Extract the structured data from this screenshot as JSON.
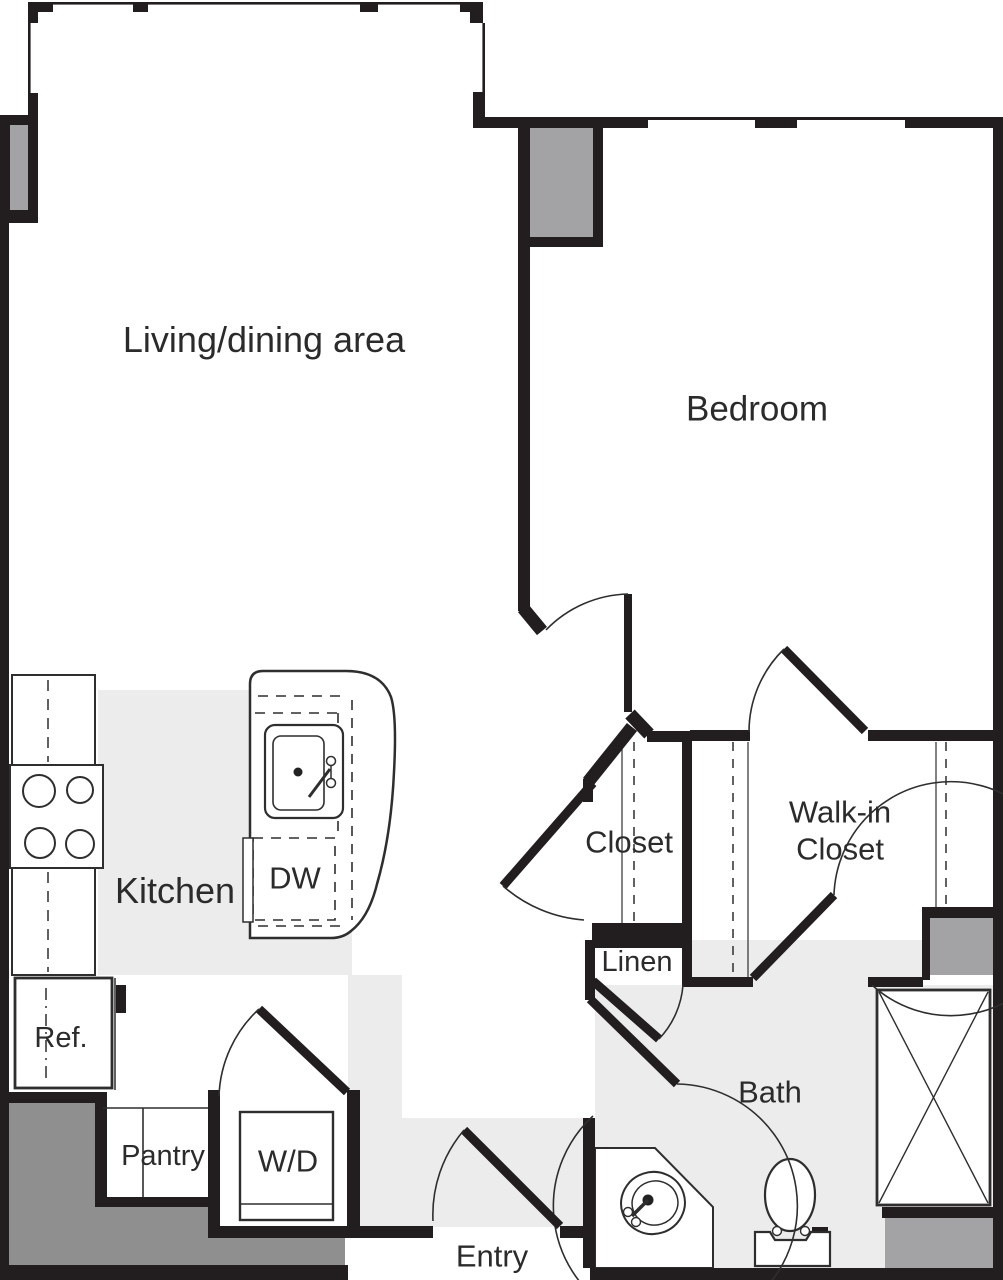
{
  "document": {
    "type": "apartment-floor-plan",
    "description": "One-bedroom apartment floor plan line drawing"
  },
  "colors": {
    "bg": "#ffffff",
    "wall": "#221e1f",
    "line": "#2e2e2e",
    "text": "#2b2b2b",
    "floor": "#ececec",
    "shadeMed": "#a3a3a5",
    "shadeDark": "#8f8f8f"
  },
  "rooms": {
    "living": {
      "label": "Living/dining area"
    },
    "bedroom": {
      "label": "Bedroom"
    },
    "kitchen": {
      "label": "Kitchen"
    },
    "closet": {
      "label": "Closet"
    },
    "walkin": {
      "label": "Walk-in Closet"
    },
    "linen": {
      "label": "Linen"
    },
    "bath": {
      "label": "Bath"
    },
    "entry": {
      "label": "Entry"
    },
    "pantry": {
      "label": "Pantry"
    }
  },
  "fixtures": {
    "dishwasher": {
      "label": "DW"
    },
    "refrigerator": {
      "label": "Ref."
    },
    "washer_dryer": {
      "label": "W/D"
    }
  }
}
